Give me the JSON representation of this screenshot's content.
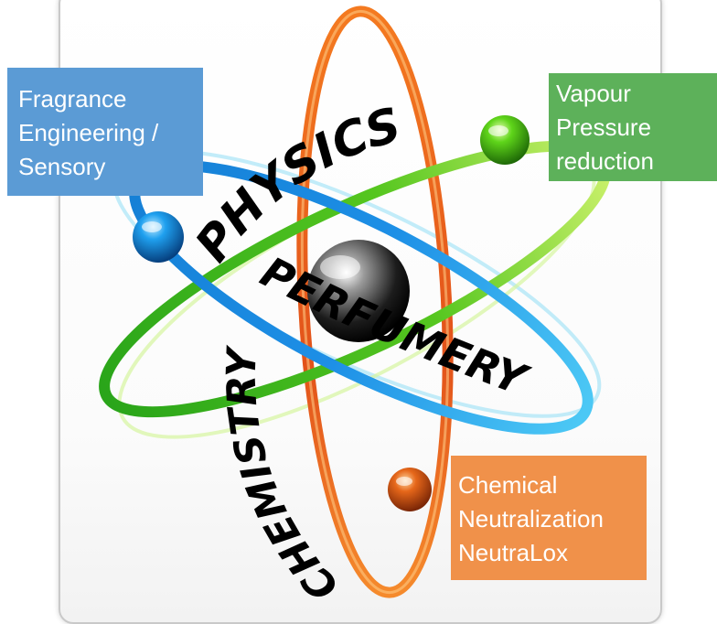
{
  "labels": {
    "fragrance": [
      "Fragrance",
      "Engineering /",
      "Sensory"
    ],
    "vapour": [
      "Vapour",
      "Pressure",
      "reduction"
    ],
    "chemical": [
      "Chemical",
      "Neutralization",
      "NeutraLox"
    ]
  },
  "words": {
    "physics": "PHYSICS",
    "perfumery": "PERFUMERY",
    "chemistry": "CHEMISTRY"
  },
  "colors": {
    "fragrance_box": "#5b9bd5",
    "vapour_box": "#5db15a",
    "chemical_box": "#f0914a",
    "blue_orbit": "#1e90e8",
    "green_orbit": "#3fbf1f",
    "orange_orbit": "#f26a1b"
  }
}
